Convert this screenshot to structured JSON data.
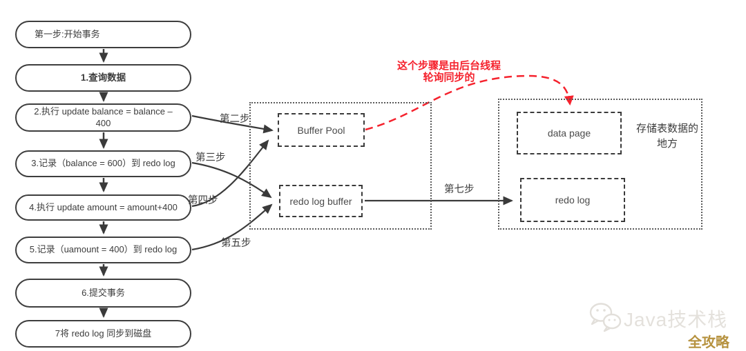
{
  "colors": {
    "line": "#3d3d3d",
    "accent_red": "#f5222d",
    "watermark_gray": "#e4e1dc",
    "watermark_gold": "#b6923f"
  },
  "flow": {
    "steps": [
      {
        "label": "第一步:开始事务"
      },
      {
        "label": "1.查询数据"
      },
      {
        "label": "2.执行 update balance = balance –\n400"
      },
      {
        "label": "3.记录（balance = 600）到 redo log"
      },
      {
        "label": "4.执行 update amount = amount+400"
      },
      {
        "label": "5.记录（uamount = 400）到 redo log"
      },
      {
        "label": "6.提交事务"
      },
      {
        "label": "7将 redo log 同步到磁盘"
      }
    ]
  },
  "arrow_labels": {
    "step2": "第二步",
    "step3": "第三步",
    "step4": "第四步",
    "step5": "第五步",
    "step7": "第七步"
  },
  "memory_area": {
    "buffer_pool": "Buffer Pool",
    "redo_log_buffer": "redo log buffer"
  },
  "disk_area": {
    "data_page": "data page",
    "redo_log": "redo log",
    "caption": "存储表数据的\n地方"
  },
  "annotation": {
    "text": "这个步骤是由后台线程\n轮询同步的"
  },
  "watermark": {
    "brand": "Java技术栈",
    "badge": "全攻略",
    "icon": "wechat-icon"
  }
}
